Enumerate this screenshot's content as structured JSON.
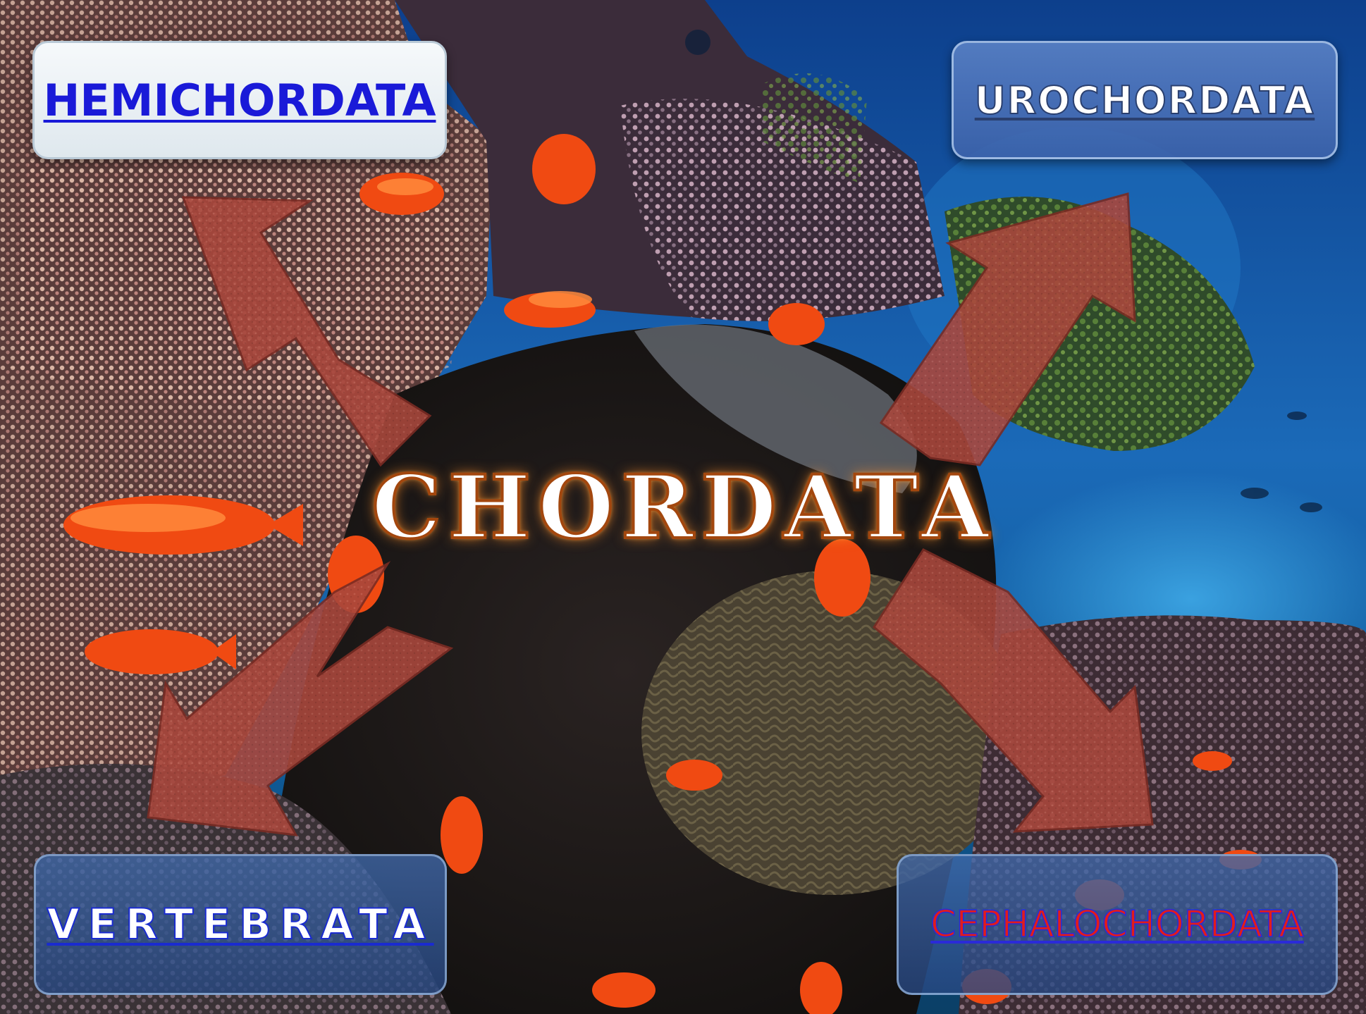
{
  "center": {
    "title": "CHORDATA"
  },
  "links": {
    "hemichordata": "HEMICHORDATA",
    "urochordata": "UROCHORDATA",
    "vertebrata": "VERTEBRATA",
    "cephalochordata": "CEPHALOCHORDATA"
  },
  "colors": {
    "arrow": "#a8473c",
    "hemichordata_text": "#1a1ad8",
    "cephalochordata_text": "#e11c1c",
    "title_outline": "#a3470e"
  },
  "background": "coral-reef-photo"
}
